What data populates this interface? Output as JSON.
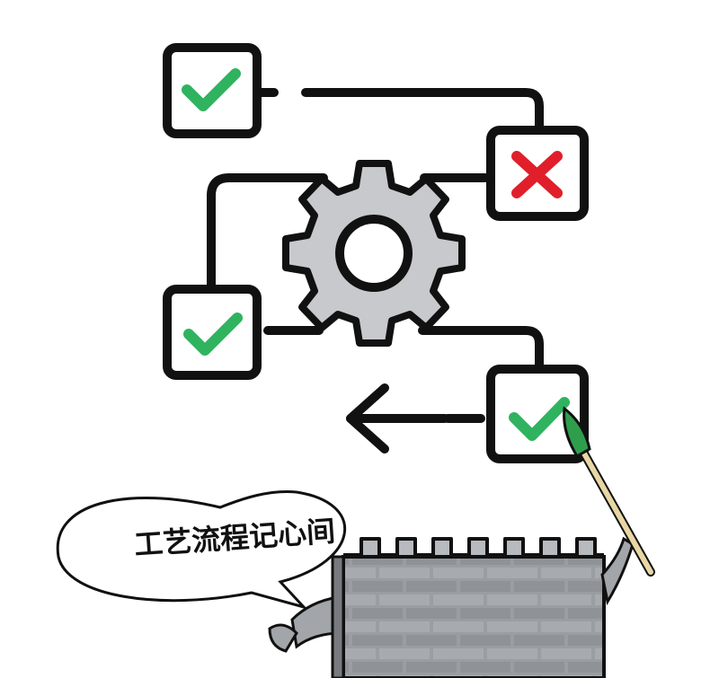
{
  "speech_bubble": {
    "text": "工艺流程记心间"
  },
  "flow_nodes": [
    {
      "id": "node-1",
      "status": "check",
      "status_color": "#2fb35f"
    },
    {
      "id": "node-2",
      "status": "cross",
      "status_color": "#e01f2b"
    },
    {
      "id": "node-3",
      "status": "check",
      "status_color": "#2fb35f"
    },
    {
      "id": "node-4",
      "status": "check",
      "status_color": "#2fb35f"
    }
  ],
  "icons": {
    "center": "gear-icon",
    "arrow": "arrow-left-icon",
    "brush": "paintbrush-icon",
    "character": "castle-wall-character"
  },
  "colors": {
    "line": "#111111",
    "gear_fill": "#c7c9cc",
    "brick": "#8d9095",
    "brush_tip": "#2f9e4c",
    "brush_handle": "#e8d7a4",
    "background": "#ffffff"
  }
}
